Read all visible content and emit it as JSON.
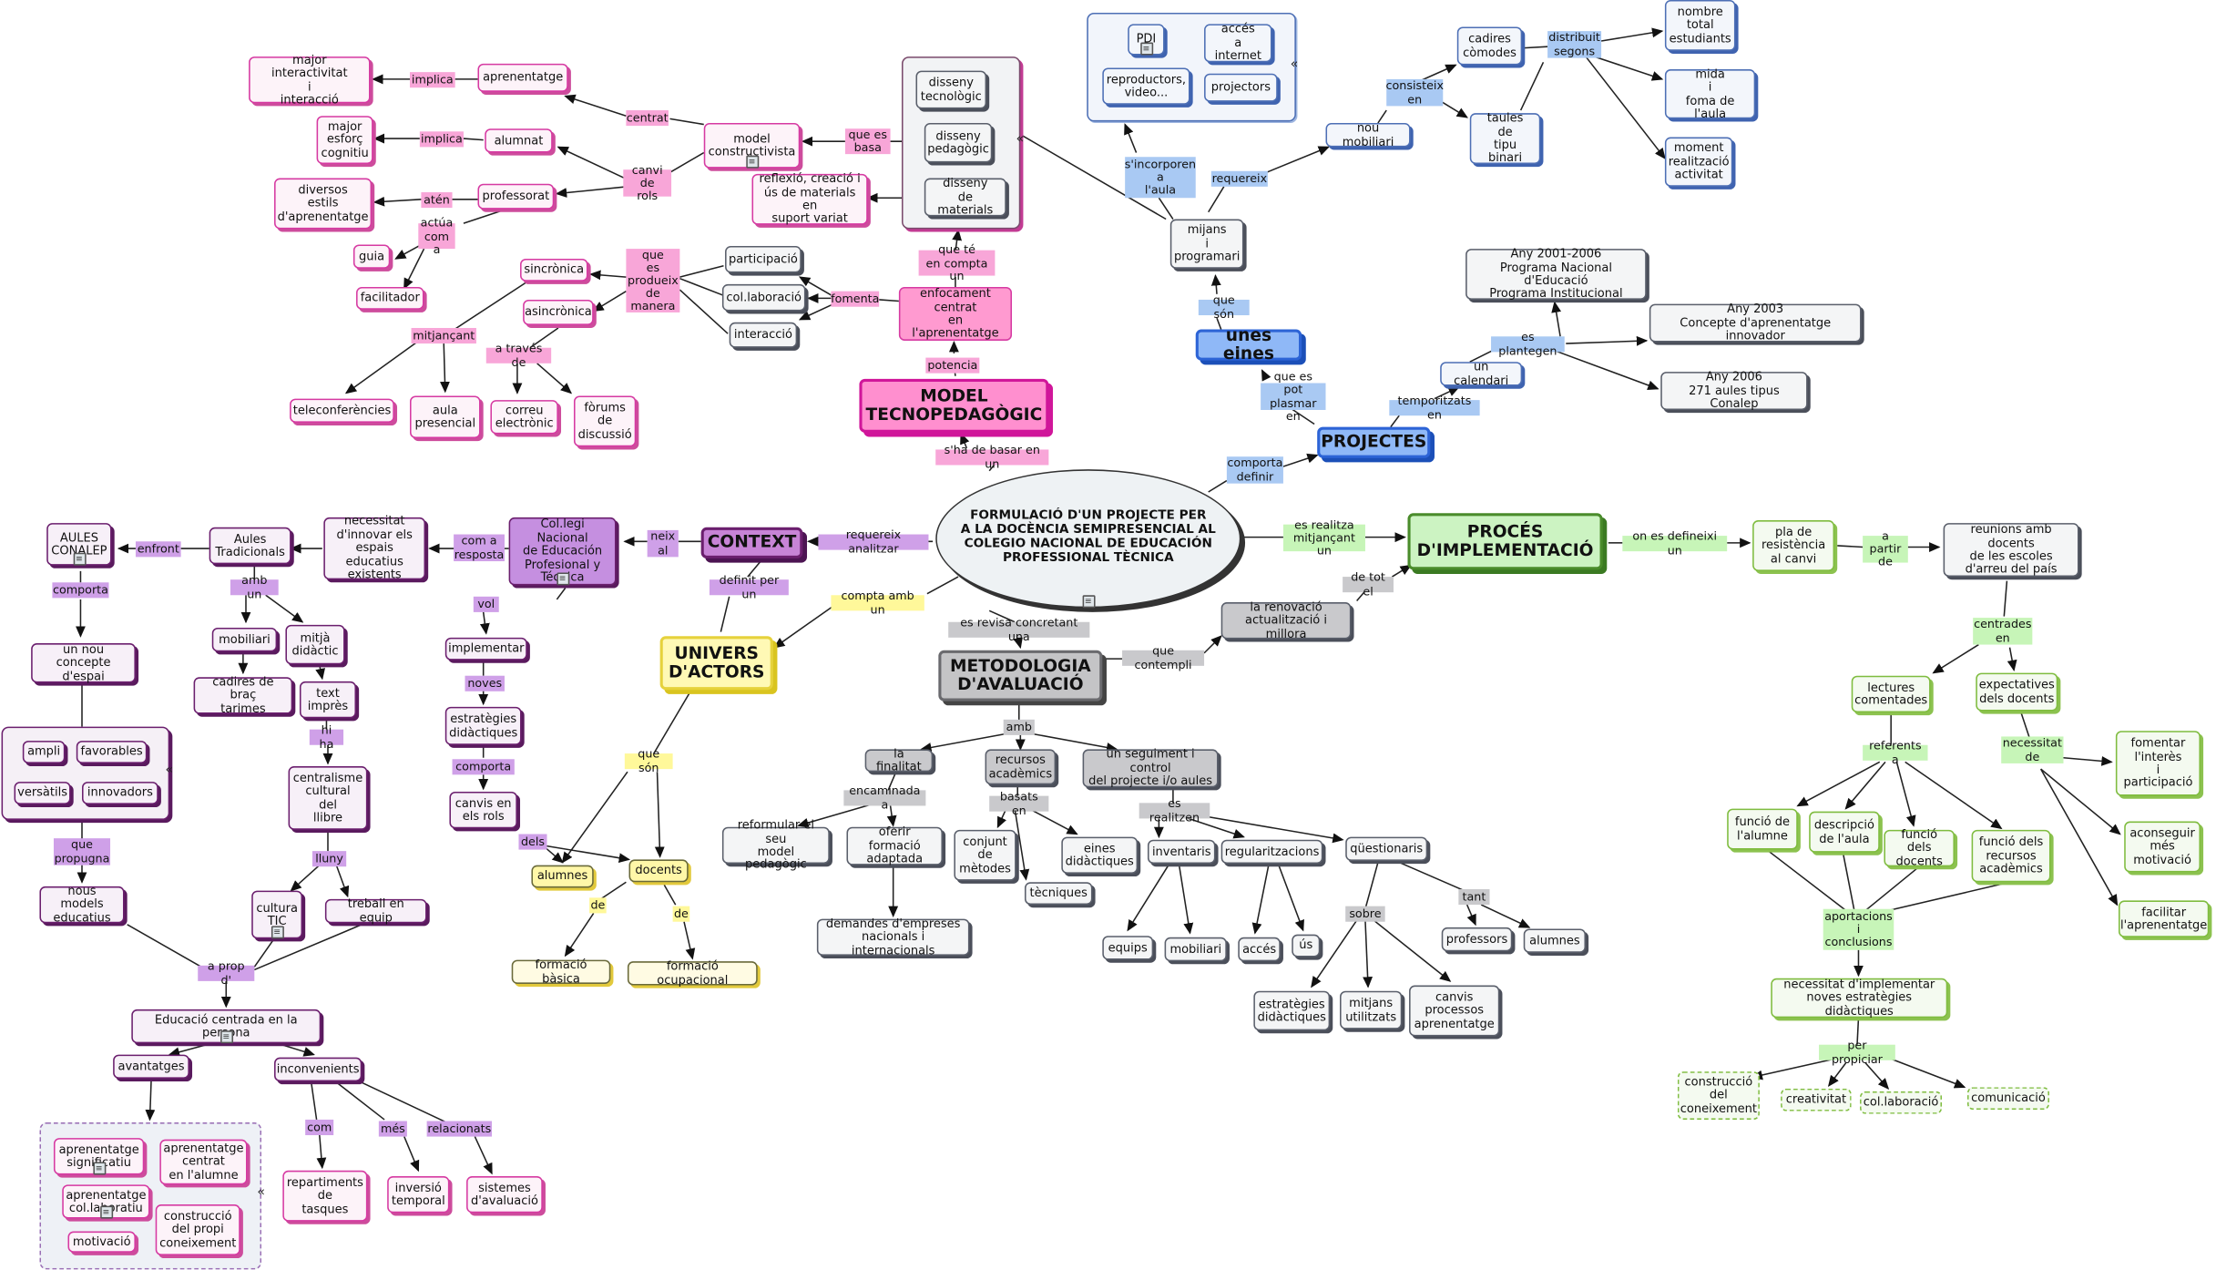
{
  "colors": {
    "pink": "#d0169a",
    "purple": "#6b1f6e",
    "blue": "#2d64d6",
    "gray": "#6a6a6e",
    "green": "#4a8c2b",
    "yellow": "#e6d23c"
  },
  "nodes": [
    {
      "id": "central",
      "text": "FORMULACIÓ D'UN PROJECTE PER\nA LA DOCÈNCIA SEMIPRESENCIAL AL\nCOLEGIO NACIONAL DE EDUCACIÓN\nPROFESSIONAL TÈCNICA",
      "icon": "document-icon"
    },
    {
      "id": "model",
      "text": "MODEL\nTECNOPEDAGÒGIC"
    },
    {
      "id": "enfocament",
      "text": "enfocament\ncentrat\nen l'aprenentatge"
    },
    {
      "id": "disseny_tec",
      "text": "disseny\ntecnològic"
    },
    {
      "id": "disseny_ped",
      "text": "disseny\npedagògic"
    },
    {
      "id": "disseny_mat",
      "text": "disseny\nde materials"
    },
    {
      "id": "reflexio",
      "text": "reflexió, creació i\nús de materials en\nsuport variat"
    },
    {
      "id": "model_const",
      "text": "model\nconstructivista",
      "icon": "document-icon"
    },
    {
      "id": "aprenentatge",
      "text": "aprenentatge"
    },
    {
      "id": "alumnat",
      "text": "alumnat"
    },
    {
      "id": "professorat",
      "text": "professorat"
    },
    {
      "id": "major_inter",
      "text": "major interactivitat\ni\ninteracció"
    },
    {
      "id": "major_esforc",
      "text": "major\nesforç\ncognitiu"
    },
    {
      "id": "diversos",
      "text": "diversos\nestils\nd'aprenentatge"
    },
    {
      "id": "guia",
      "text": "guia"
    },
    {
      "id": "facilitador",
      "text": "facilitador"
    },
    {
      "id": "participacio",
      "text": "participació"
    },
    {
      "id": "collab",
      "text": "col.laboració"
    },
    {
      "id": "interaccio",
      "text": "interacció"
    },
    {
      "id": "sincronica",
      "text": "sincrònica"
    },
    {
      "id": "asincronica",
      "text": "asincrònica"
    },
    {
      "id": "telecon",
      "text": "teleconferències"
    },
    {
      "id": "aula_pres",
      "text": "aula\npresencial"
    },
    {
      "id": "correu",
      "text": "correu\nelectrònic"
    },
    {
      "id": "forums",
      "text": "fòrums\nde\ndiscussió"
    },
    {
      "id": "pdi",
      "text": "PDI",
      "icon": "document-icon"
    },
    {
      "id": "acces_int",
      "text": "accés\na internet"
    },
    {
      "id": "reproductors",
      "text": "reproductors,\nvideo..."
    },
    {
      "id": "projectors",
      "text": "projectors"
    },
    {
      "id": "mijans",
      "text": "mijans\ni\nprogramari"
    },
    {
      "id": "unes_eines",
      "text": "unes eines"
    },
    {
      "id": "nou_mob",
      "text": "nou mobiliari"
    },
    {
      "id": "cadires",
      "text": "cadires\ncòmodes"
    },
    {
      "id": "taules",
      "text": "taules\nde\ntipu binari"
    },
    {
      "id": "nombre",
      "text": "nombre\ntotal\nestudiants"
    },
    {
      "id": "mida",
      "text": "mida\ni\nfoma de l'aula"
    },
    {
      "id": "moment",
      "text": "moment\nrealització\nactivitat"
    },
    {
      "id": "projectes",
      "text": "PROJECTES"
    },
    {
      "id": "calendari",
      "text": "un calendari"
    },
    {
      "id": "any2001",
      "text": "Any 2001-2006\nPrograma Nacional d'Educació\nPrograma Institucional"
    },
    {
      "id": "any2003",
      "text": "Any 2003\nConcepte d'aprenentatge innovador"
    },
    {
      "id": "any2006",
      "text": "Any 2006\n271 aules tipus Conalep"
    },
    {
      "id": "proces",
      "text": "PROCÉS\nD'IMPLEMENTACIÓ"
    },
    {
      "id": "pla",
      "text": "pla de\nresistència\nal canvi"
    },
    {
      "id": "reunions",
      "text": "reunions amb docents\nde les escoles\nd'arreu del país"
    },
    {
      "id": "lectures",
      "text": "lectures\ncomentades"
    },
    {
      "id": "expectatives",
      "text": "expectatives\ndels docents"
    },
    {
      "id": "fomentar",
      "text": "fomentar\nl'interès\ni\nparticipació"
    },
    {
      "id": "aconseguir",
      "text": "aconseguir\nmés\nmotivació"
    },
    {
      "id": "facilitar",
      "text": "facilitar\nl'aprenentatge"
    },
    {
      "id": "funcio_alumne",
      "text": "funció de\nl'alumne"
    },
    {
      "id": "descripcio",
      "text": "descripció\nde l'aula"
    },
    {
      "id": "funcio_docents",
      "text": "funció dels\ndocents"
    },
    {
      "id": "funcio_recursos",
      "text": "funció dels\nrecursos\nacadèmics"
    },
    {
      "id": "necessitat_impl",
      "text": "necessitat d'implementar\nnoves estratègies didàctiques"
    },
    {
      "id": "construccio_con",
      "text": "construcció\ndel\nconeixement"
    },
    {
      "id": "creativitat",
      "text": "creativitat"
    },
    {
      "id": "collab2",
      "text": "col.laboració"
    },
    {
      "id": "comunicacio",
      "text": "comunicació"
    },
    {
      "id": "renovacio",
      "text": "la renovació\nactualització i millora"
    },
    {
      "id": "metodologia",
      "text": "METODOLOGIA\nD'AVALUACIÓ"
    },
    {
      "id": "finalitat",
      "text": "la finalitat"
    },
    {
      "id": "recursos_ac",
      "text": "recursos\nacadèmics"
    },
    {
      "id": "seguiment",
      "text": "un seguiment i control\ndel projecte i/o aules"
    },
    {
      "id": "reformular",
      "text": "reformular el seu\nmodel pedagògic"
    },
    {
      "id": "oferir",
      "text": "oferir formació\nadaptada"
    },
    {
      "id": "demandes",
      "text": "demandes d'empreses\nnacionals i internacionals"
    },
    {
      "id": "conjunt",
      "text": "conjunt\nde\nmètodes"
    },
    {
      "id": "eines_did",
      "text": "eines\ndidàctiques"
    },
    {
      "id": "tecniques",
      "text": "tècniques"
    },
    {
      "id": "inventaris",
      "text": "inventaris"
    },
    {
      "id": "regularitz",
      "text": "regularitzacions"
    },
    {
      "id": "questionaris",
      "text": "qüestionaris"
    },
    {
      "id": "equips",
      "text": "equips"
    },
    {
      "id": "mobiliari2",
      "text": "mobiliari"
    },
    {
      "id": "acces2",
      "text": "accés"
    },
    {
      "id": "us",
      "text": "ús"
    },
    {
      "id": "professors",
      "text": "professors"
    },
    {
      "id": "alumnes2",
      "text": "alumnes"
    },
    {
      "id": "estrategies2",
      "text": "estratègies\ndidàctiques"
    },
    {
      "id": "mitjans2",
      "text": "mitjans\nutilitzats"
    },
    {
      "id": "canvis2",
      "text": "canvis\nprocessos\naprenentatge"
    },
    {
      "id": "univers",
      "text": "UNIVERS\nD'ACTORS"
    },
    {
      "id": "alumnes",
      "text": "alumnes"
    },
    {
      "id": "docents",
      "text": "docents"
    },
    {
      "id": "formacio_bas",
      "text": "formació bàsica"
    },
    {
      "id": "formacio_ocu",
      "text": "formació ocupacional"
    },
    {
      "id": "context",
      "text": "CONTEXT"
    },
    {
      "id": "colegi",
      "text": "Col.legi Nacional\nde Educación\nProfesional y\nTécnica",
      "icon": "document-icon"
    },
    {
      "id": "necessitat_inn",
      "text": "necessitat\nd'innovar els\nespais educatius\nexistents"
    },
    {
      "id": "aules_trad",
      "text": "Aules\nTradicionals"
    },
    {
      "id": "aules_conalep",
      "text": "AULES\nCONALEP",
      "icon": "document-icon"
    },
    {
      "id": "nou_concepte",
      "text": "un nou concepte\nd'espai"
    },
    {
      "id": "ampli",
      "text": "ampli"
    },
    {
      "id": "favorables",
      "text": "favorables"
    },
    {
      "id": "versatils",
      "text": "versàtils"
    },
    {
      "id": "innovadors",
      "text": "innovadors"
    },
    {
      "id": "nous_models",
      "text": "nous models\neducatius"
    },
    {
      "id": "mobiliari",
      "text": "mobiliari"
    },
    {
      "id": "mitja",
      "text": "mitjà\ndidàctic"
    },
    {
      "id": "cadires_brac",
      "text": "cadires de braç\ntarimes"
    },
    {
      "id": "text_impres",
      "text": "text\nimprès"
    },
    {
      "id": "centralisme",
      "text": "centralisme\ncultural\ndel\nllibre"
    },
    {
      "id": "cultura",
      "text": "cultura\nTIC",
      "icon": "document-icon"
    },
    {
      "id": "treball",
      "text": "treball en equip"
    },
    {
      "id": "implementar",
      "text": "implementar"
    },
    {
      "id": "estrategies",
      "text": "estratègies\ndidàctiques"
    },
    {
      "id": "canvis_rols",
      "text": "canvis en\nels rols"
    },
    {
      "id": "educacio",
      "text": "Educació centrada en la persona",
      "icon": "document-icon"
    },
    {
      "id": "avantatges",
      "text": "avantatges"
    },
    {
      "id": "inconvenients",
      "text": "inconvenients"
    },
    {
      "id": "apr_sig",
      "text": "aprenentatge\nsignificatiu",
      "icon": "document-icon"
    },
    {
      "id": "apr_cent",
      "text": "aprenentatge\ncentrat\nen l'alumne"
    },
    {
      "id": "apr_col",
      "text": "aprenentatge\ncol.laboratiu",
      "icon": "document-icon"
    },
    {
      "id": "constr_propi",
      "text": "construcció\ndel propi\nconeixement"
    },
    {
      "id": "motivacio",
      "text": "motivació"
    },
    {
      "id": "repartiments",
      "text": "repartiments\nde\ntasques"
    },
    {
      "id": "inversio",
      "text": "inversió\ntemporal"
    },
    {
      "id": "sistemes",
      "text": "sistemes\nd'avaluació"
    }
  ],
  "labels": [
    {
      "id": "l_shade",
      "text": "s'ha de basar en un"
    },
    {
      "id": "l_potencia",
      "text": "potencia"
    },
    {
      "id": "l_quete",
      "text": "que té\nen compta un"
    },
    {
      "id": "l_quees",
      "text": "que es\nbasa"
    },
    {
      "id": "l_centrat",
      "text": "centrat"
    },
    {
      "id": "l_canvi",
      "text": "canvi de\nrols"
    },
    {
      "id": "l_implica1",
      "text": "implica"
    },
    {
      "id": "l_implica2",
      "text": "implica"
    },
    {
      "id": "l_aten",
      "text": "atén"
    },
    {
      "id": "l_actua",
      "text": "actúa\ncom a"
    },
    {
      "id": "l_fomenta",
      "text": "fomenta"
    },
    {
      "id": "l_queesprod",
      "text": "que\nes\nprodueix\nde\nmanera"
    },
    {
      "id": "l_mitjancant",
      "text": "mitjançant"
    },
    {
      "id": "l_atraves",
      "text": "a través de"
    },
    {
      "id": "l_sinc",
      "text": "s'incorporen\na\nl'aula"
    },
    {
      "id": "l_requereix",
      "text": "requereix"
    },
    {
      "id": "l_consisteix",
      "text": "consisteix\nen"
    },
    {
      "id": "l_distribuit",
      "text": "distribuit\nsegons"
    },
    {
      "id": "l_queson1",
      "text": "que són"
    },
    {
      "id": "l_queespot",
      "text": "que es pot\nplasmar en"
    },
    {
      "id": "l_temporitzats",
      "text": "temporitzats en"
    },
    {
      "id": "l_esplantegen",
      "text": "es plantegen"
    },
    {
      "id": "l_comporta",
      "text": "comporta\ndefinir"
    },
    {
      "id": "l_esrealitza",
      "text": "es realitza\nmitjançant un"
    },
    {
      "id": "l_onesdefineix",
      "text": "on es defineixi un"
    },
    {
      "id": "l_apartir",
      "text": "a partir\nde"
    },
    {
      "id": "l_centrades",
      "text": "centrades\nen"
    },
    {
      "id": "l_referents",
      "text": "referents a"
    },
    {
      "id": "l_necessitat",
      "text": "necessitat\nde"
    },
    {
      "id": "l_aportacions",
      "text": "aportacions\ni\nconclusions"
    },
    {
      "id": "l_perpropiciar",
      "text": "per propiciar"
    },
    {
      "id": "l_detotel",
      "text": "de tot el"
    },
    {
      "id": "l_querevisa",
      "text": "es revisa concretant una"
    },
    {
      "id": "l_quecontempli",
      "text": "que contempli"
    },
    {
      "id": "l_amb",
      "text": "amb"
    },
    {
      "id": "l_encaminada",
      "text": "encaminada a"
    },
    {
      "id": "l_basats",
      "text": "basats en"
    },
    {
      "id": "l_esrealitzen",
      "text": "es realitzen"
    },
    {
      "id": "l_sobre",
      "text": "sobre"
    },
    {
      "id": "l_tant",
      "text": "tant"
    },
    {
      "id": "l_comptaamb",
      "text": "compta amb un"
    },
    {
      "id": "l_queson2",
      "text": "que són"
    },
    {
      "id": "l_de1",
      "text": "de"
    },
    {
      "id": "l_de2",
      "text": "de"
    },
    {
      "id": "l_requereixan",
      "text": "requereix analitzar"
    },
    {
      "id": "l_definit",
      "text": "definit per un"
    },
    {
      "id": "l_neix",
      "text": "neix\nal"
    },
    {
      "id": "l_comaresp",
      "text": "com a\nresposta"
    },
    {
      "id": "l_enfront",
      "text": "enfront"
    },
    {
      "id": "l_comporta2",
      "text": "comporta"
    },
    {
      "id": "l_quepropugna",
      "text": "que\npropugna"
    },
    {
      "id": "l_ambun",
      "text": "amb un"
    },
    {
      "id": "l_hiha",
      "text": "hi ha"
    },
    {
      "id": "l_lluny",
      "text": "lluny"
    },
    {
      "id": "l_vol",
      "text": "vol"
    },
    {
      "id": "l_noves",
      "text": "noves"
    },
    {
      "id": "l_comporta3",
      "text": "comporta"
    },
    {
      "id": "l_dels",
      "text": "dels"
    },
    {
      "id": "l_aprop",
      "text": "a prop d'"
    },
    {
      "id": "l_com",
      "text": "com"
    },
    {
      "id": "l_mes",
      "text": "més"
    },
    {
      "id": "l_relacionats",
      "text": "relacionats"
    }
  ]
}
